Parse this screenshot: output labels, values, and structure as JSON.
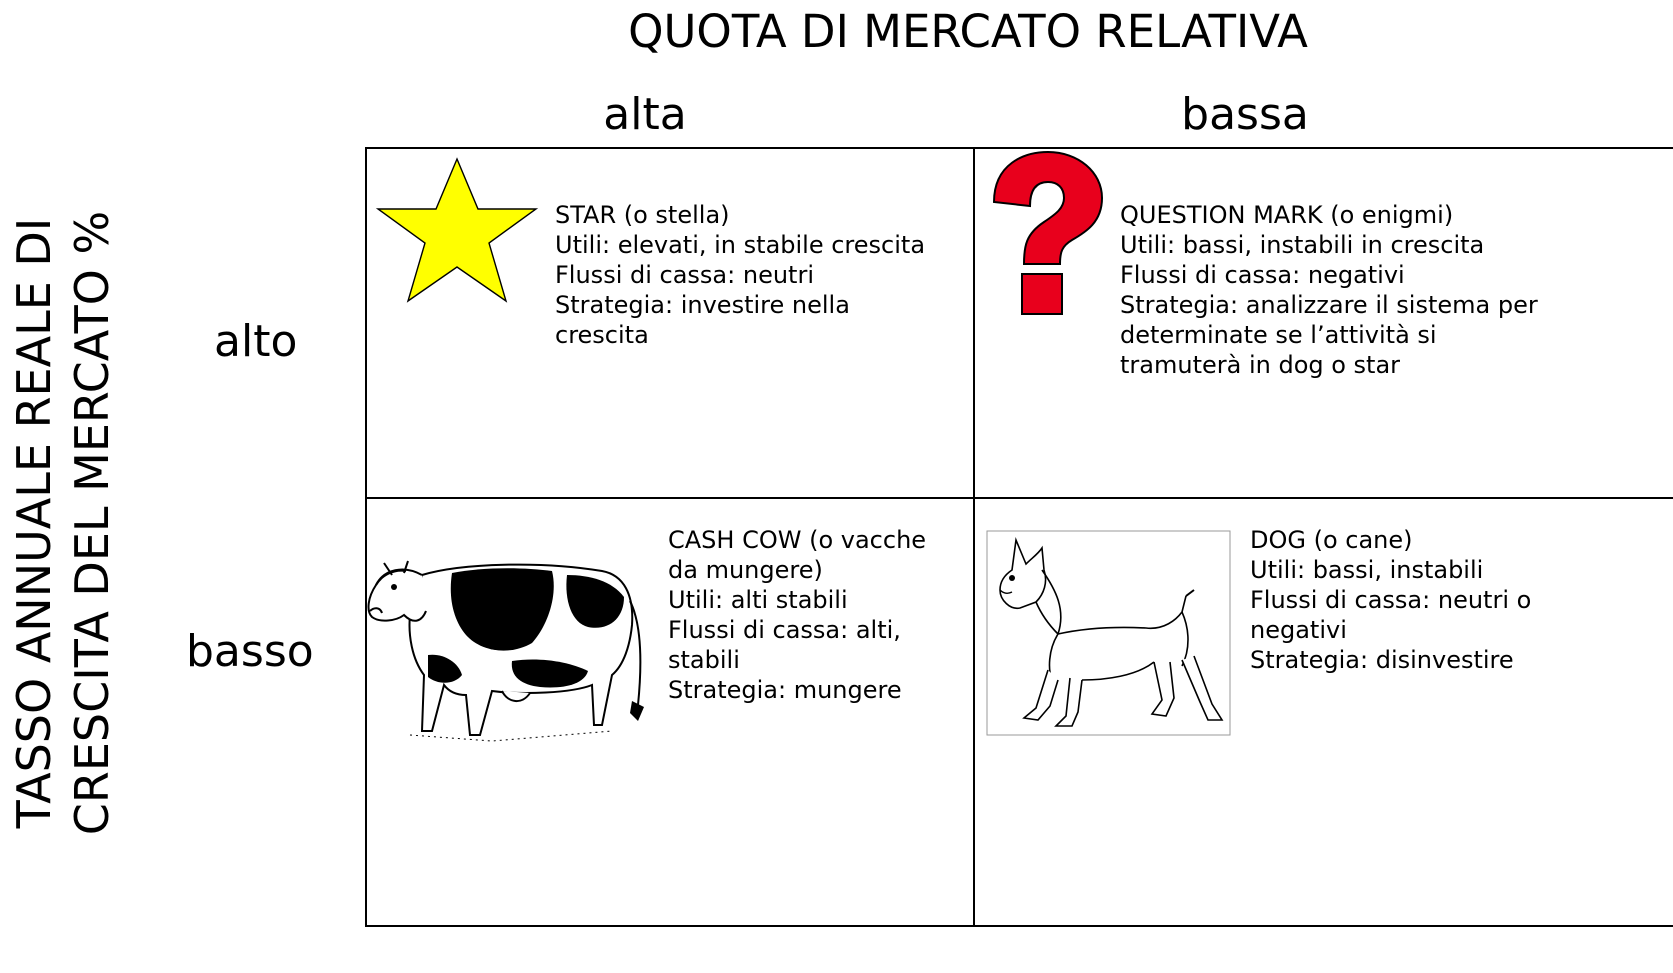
{
  "matrix": {
    "x_axis_title": "QUOTA DI MERCATO RELATIVA",
    "x_categories": {
      "high": "alta",
      "low": "bassa"
    },
    "y_axis_title_lines": [
      "TASSO ANNUALE REALE DI",
      "CRESCITA DEL MERCATO %"
    ],
    "y_categories": {
      "high": "alto",
      "low": "basso"
    }
  },
  "quadrants": {
    "star": {
      "icon": "star-icon",
      "icon_color": "#ffff00",
      "lines": [
        "STAR (o stella)",
        "Utili: elevati, in stabile crescita",
        "Flussi di cassa: neutri",
        "Strategia: investire nella",
        "crescita"
      ]
    },
    "question_mark": {
      "icon": "question-mark-icon",
      "icon_color": "#e8001c",
      "lines": [
        "QUESTION MARK (o enigmi)",
        "Utili: bassi, instabili in crescita",
        "Flussi di cassa: negativi",
        "Strategia: analizzare il sistema per",
        "determinate se l’attività si",
        "tramuterà in dog o star"
      ]
    },
    "cash_cow": {
      "icon": "cow-icon",
      "lines": [
        "CASH COW (o vacche",
        "da mungere)",
        "Utili: alti stabili",
        "Flussi di cassa: alti,",
        "stabili",
        "Strategia: mungere"
      ]
    },
    "dog": {
      "icon": "dog-icon",
      "lines": [
        "DOG (o cane)",
        "Utili: bassi, instabili",
        "Flussi di cassa: neutri o",
        "negativi",
        "Strategia: disinvestire"
      ]
    }
  }
}
